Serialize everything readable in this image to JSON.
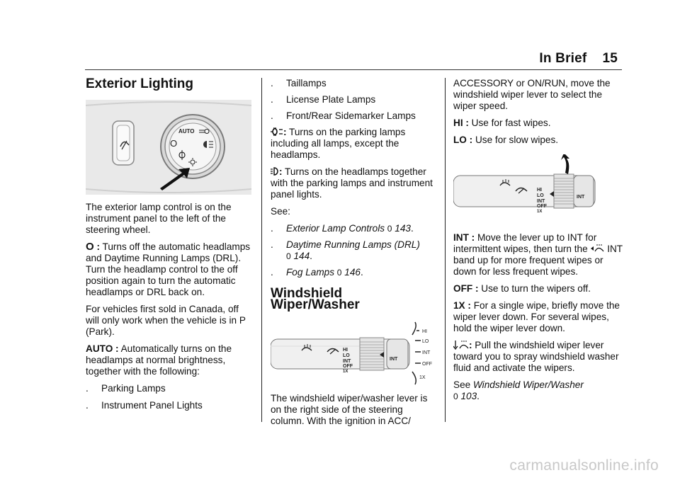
{
  "header": {
    "section": "In Brief",
    "page": "15"
  },
  "col1": {
    "title": "Exterior Lighting",
    "figure": {
      "auto_label": "AUTO",
      "power_symbol": "O"
    },
    "p1": "The exterior lamp control is on the instrument panel to the left of the steering wheel.",
    "off_symbol": "O",
    "off_label": " :",
    "off_text": " Turns off the automatic headlamps and Daytime Running Lamps (DRL). Turn the headlamp control to the off position again to turn the automatic headlamps or DRL back on.",
    "p3": "For vehicles first sold in Canada, off will only work when the vehicle is in P (Park).",
    "auto_label": "AUTO :",
    "auto_text": " Automatically turns on the headlamps at normal brightness, together with the following:",
    "bullets": [
      "Parking Lamps",
      "Instrument Panel Lights"
    ]
  },
  "col2": {
    "bullets_top": [
      "Taillamps",
      "License Plate Lamps",
      "Front/Rear Sidemarker Lamps"
    ],
    "parking_label": ":",
    "parking_text": " Turns on the parking lamps including all lamps, except the headlamps.",
    "head_label": ":",
    "head_text": " Turns on the headlamps together with the parking lamps and instrument panel lights.",
    "see": "See:",
    "refs": [
      {
        "text": "Exterior Lamp Controls",
        "page": "143"
      },
      {
        "text": "Daytime Running Lamps (DRL)",
        "page": "144"
      },
      {
        "text": "Fog Lamps",
        "page": "146"
      }
    ],
    "title2": "Windshield Wiper/Washer",
    "figure": {
      "hi": "HI",
      "lo": "LO",
      "int": "INT",
      "off": "OFF",
      "x1": "1X",
      "sw_int": "INT"
    },
    "p_lever": "The windshield wiper/washer lever is on the right side of the steering column. With the ignition in ACC/"
  },
  "col3": {
    "p_cont": "ACCESSORY or ON/RUN, move the windshield wiper lever to select the wiper speed.",
    "hi_label": "HI :",
    "hi_text": " Use for fast wipes.",
    "lo_label": "LO :",
    "lo_text": " Use for slow wipes.",
    "figure": {
      "hi": "HI",
      "lo": "LO",
      "int": "INT",
      "off": "OFF",
      "x1": "1X",
      "sw_int": "INT"
    },
    "int_label": "INT :",
    "int_text_a": " Move the lever up to INT for intermittent wipes, then turn the ",
    "int_text_b": " INT band up for more frequent wipes or down for less frequent wipes.",
    "off_label": "OFF :",
    "off_text": " Use to turn the wipers off.",
    "x1_label": "1X :",
    "x1_text": " For a single wipe, briefly move the wiper lever down. For several wipes, hold the wiper lever down.",
    "wash_label": ":",
    "wash_text": " Pull the windshield wiper lever toward you to spray windshield washer fluid and activate the wipers.",
    "see_pre": "See ",
    "see_ref": "Windshield Wiper/Washer",
    "see_page": "103"
  },
  "watermark": "carmanualsonline.info"
}
